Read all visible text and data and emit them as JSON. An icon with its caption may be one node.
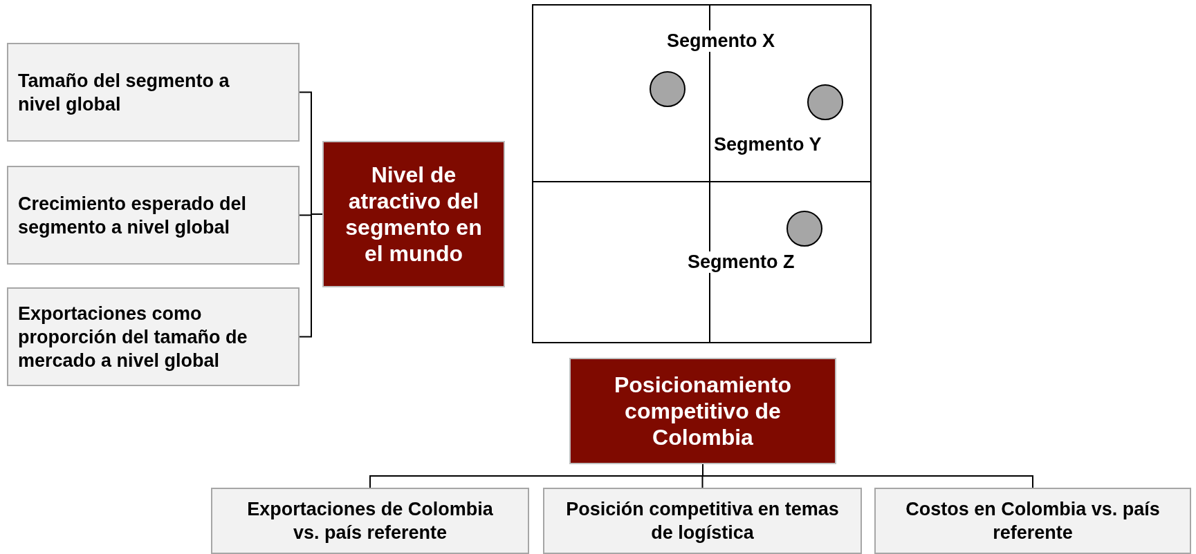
{
  "diagram": {
    "nodes": [
      {
        "text": [
          "Tamaño del segmento a nivel global"
        ]
      },
      {
        "text": [
          "Crecimiento esperado del segmento a nivel global"
        ]
      },
      {
        "text": [
          "Exportaciones como proporción del tamaño de mercado a nivel global"
        ]
      },
      {
        "text": [
          "Nivel de atractivo del segmento en el mundo"
        ]
      },
      {
        "text": [],
        "shape": "box"
      },
      {
        "text": [],
        "shape": "circle",
        "in": 4,
        "beside": [
          "Segmento X"
        ]
      },
      {
        "text": [],
        "shape": "circle",
        "in": 4,
        "beside": [
          "Segmento Y"
        ]
      },
      {
        "text": [],
        "shape": "circle",
        "in": 4,
        "beside": [
          "Segmento Z"
        ]
      },
      {
        "text": [
          "Posicionamiento competitivo de Colombia"
        ]
      },
      {
        "text": [
          "Exportaciones de Colombia vs. país referente"
        ]
      },
      {
        "text": [
          "Posición competitiva en temas de logística"
        ]
      },
      {
        "text": [
          "Costos en Colombia vs. país referente"
        ]
      }
    ],
    "edges": [
      {
        "from": 0,
        "to": 3,
        "arrow": "none"
      },
      {
        "from": 1,
        "to": 3,
        "arrow": "none"
      },
      {
        "from": 2,
        "to": 3,
        "arrow": "none"
      },
      {
        "from": 8,
        "to": 9,
        "arrow": "none"
      },
      {
        "from": 8,
        "to": 10,
        "arrow": "none"
      },
      {
        "from": 8,
        "to": 11,
        "arrow": "none"
      }
    ]
  }
}
